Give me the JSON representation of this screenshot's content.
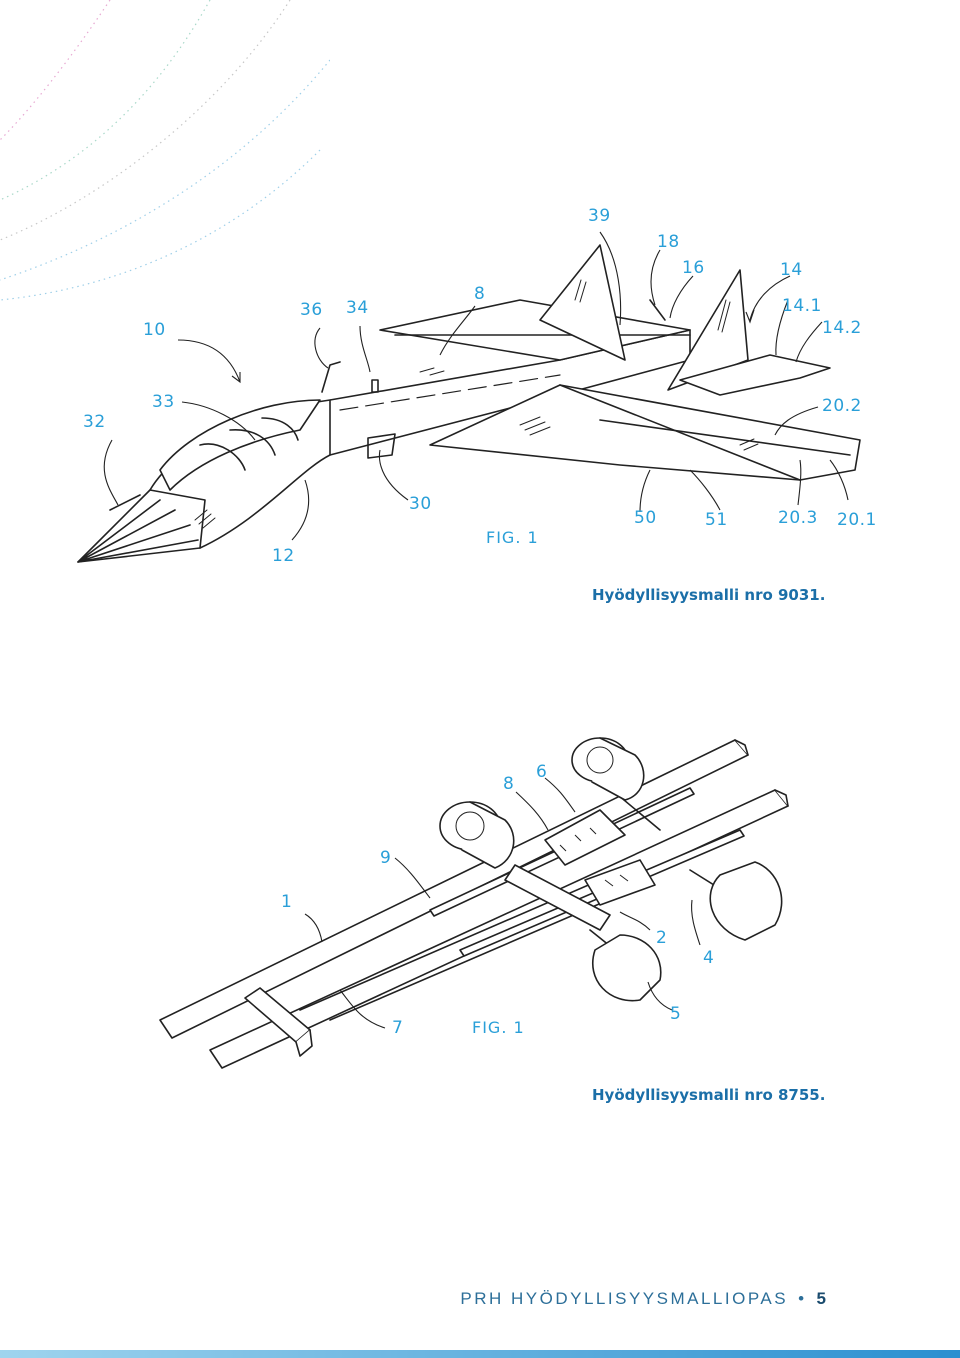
{
  "figure1": {
    "fig_label": "FIG. 1",
    "caption": "Hyödyllisyysmalli nro 9031.",
    "labels": [
      "10",
      "36",
      "34",
      "8",
      "39",
      "18",
      "16",
      "14",
      "14.1",
      "14.2",
      "32",
      "33",
      "20.2",
      "30",
      "12",
      "50",
      "51",
      "20.3",
      "20.1"
    ]
  },
  "figure2": {
    "fig_label": "FIG. 1",
    "caption": "Hyödyllisyysmalli nro 8755.",
    "labels": [
      "8",
      "6",
      "9",
      "1",
      "2",
      "4",
      "7",
      "5"
    ]
  },
  "footer": {
    "title": "PRH HYÖDYLLISYYSMALLIOPAS",
    "separator": "•",
    "page_number": "5"
  },
  "colors": {
    "label_blue": "#2a9fd8",
    "caption_blue": "#1b6fa8",
    "footer_blue": "#2d6f99",
    "bar_gradient": [
      "#9fd4ee",
      "#2a8fd0"
    ]
  }
}
